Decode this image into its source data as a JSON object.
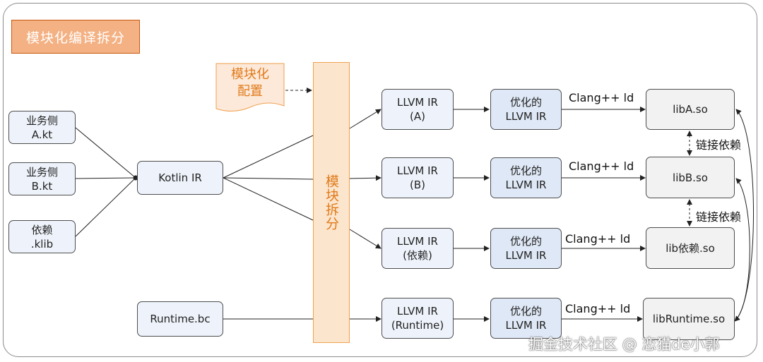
{
  "title": "模块化编译拆分",
  "config_doc": "模块化\n配置",
  "split_label": "模块拆分",
  "sources": [
    "业务侧\nA.kt",
    "业务侧\nB.kt",
    "依赖\n.klib"
  ],
  "kotlin_ir": "Kotlin IR",
  "runtime_bc": "Runtime.bc",
  "llvm_ir": [
    "LLVM IR\n(A)",
    "LLVM IR\n(B)",
    "LLVM IR\n(依赖)",
    "LLVM IR\n(Runtime)"
  ],
  "optimized": [
    "优化的\nLLVM IR",
    "优化的\nLLVM IR",
    "优化的\nLLVM IR",
    "优化的\nLLVM IR"
  ],
  "link_step": [
    "Clang++ ld",
    "Clang++ ld",
    "Clang++ ld",
    "Clang++ ld"
  ],
  "libs": [
    "libA.so",
    "libB.so",
    "lib依赖.so",
    "libRuntime.so"
  ],
  "dependency_label": [
    "链接依赖",
    "链接依赖"
  ],
  "watermark": "掘金技术社区 @ 恋猫de小郭"
}
